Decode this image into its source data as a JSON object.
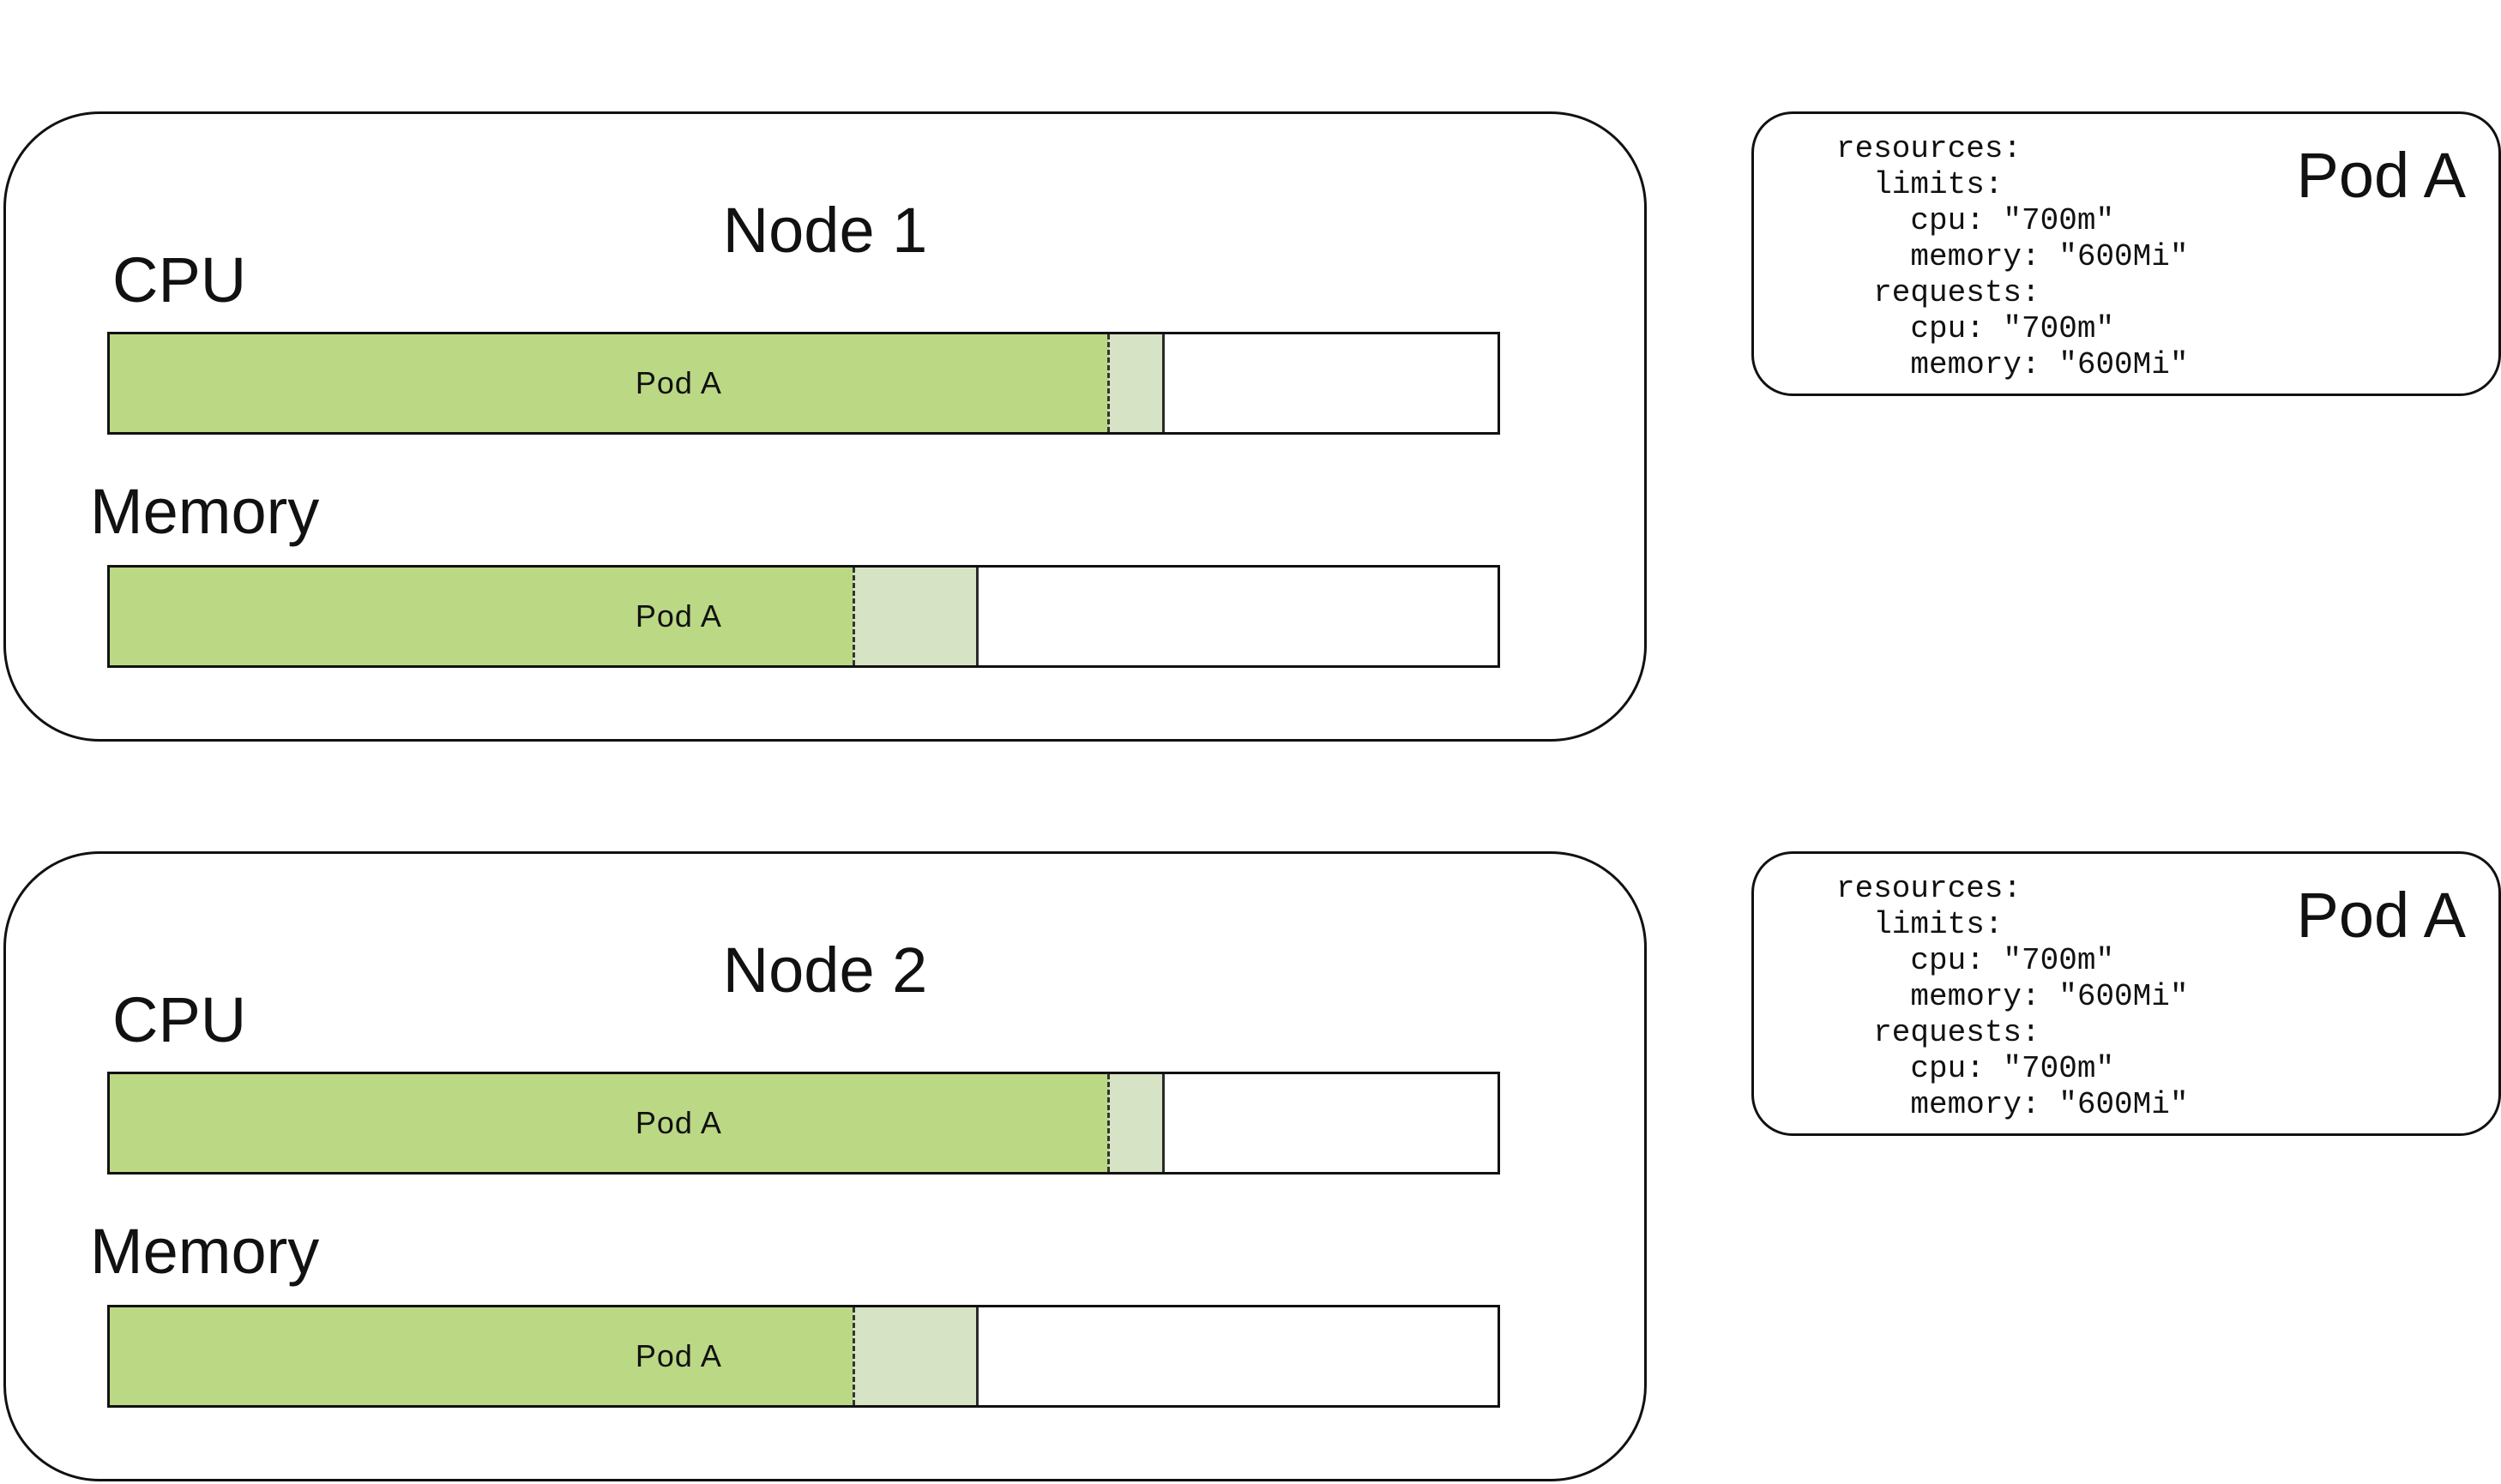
{
  "nodes": [
    {
      "title": "Node 1",
      "cpu_label": "CPU",
      "memory_label": "Memory",
      "cpu_bar": {
        "pod_label": "Pod A",
        "request_fraction": 0.72,
        "limit_fraction": 0.76
      },
      "memory_bar": {
        "pod_label": "Pod A",
        "request_fraction": 0.536,
        "limit_fraction": 0.626
      }
    },
    {
      "title": "Node 2",
      "cpu_label": "CPU",
      "memory_label": "Memory",
      "cpu_bar": {
        "pod_label": "Pod A",
        "request_fraction": 0.72,
        "limit_fraction": 0.76
      },
      "memory_bar": {
        "pod_label": "Pod A",
        "request_fraction": 0.536,
        "limit_fraction": 0.626
      }
    }
  ],
  "pod_specs": [
    {
      "title": "Pod A",
      "lines": [
        "resources:",
        "  limits:",
        "    cpu: \"700m\"",
        "    memory: \"600Mi\"",
        "  requests:",
        "    cpu: \"700m\"",
        "    memory: \"600Mi\""
      ]
    },
    {
      "title": "Pod A",
      "lines": [
        "resources:",
        "  limits:",
        "    cpu: \"700m\"",
        "    memory: \"600Mi\"",
        "  requests:",
        "    cpu: \"700m\"",
        "    memory: \"600Mi\""
      ]
    }
  ],
  "colors": {
    "request_fill": "#bbd885",
    "limit_fill": "#d6e3c4",
    "border": "#111111"
  }
}
